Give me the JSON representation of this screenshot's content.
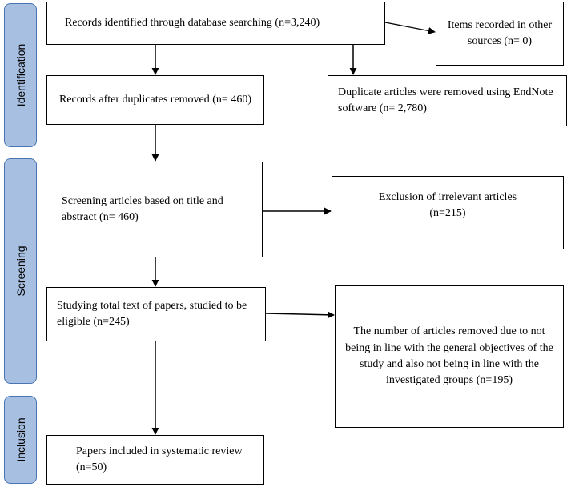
{
  "phases": {
    "identification": "Identification",
    "screening": "Screening",
    "inclusion": "Inclusion"
  },
  "boxes": {
    "records_identified": "Records identified through database searching (n=3,240)",
    "other_sources": "Items recorded in other sources (n= 0)",
    "after_duplicates": "Records after duplicates removed (n= 460)",
    "duplicates_removed": "Duplicate articles were removed using EndNote software (n= 2,780)",
    "screening_title_abstract": "Screening articles based on title and abstract (n= 460)",
    "exclusion_irrelevant_label": "Exclusion of irrelevant articles",
    "exclusion_irrelevant_count": "(n=215)",
    "full_text": "Studying total text of papers, studied to be eligible (n=245)",
    "removed_not_in_line": "The number of articles removed due to not being in line with the general objectives of the study and also not being in line with the investigated groups (n=195)",
    "included": "Papers included in systematic review (n=50)"
  },
  "colors": {
    "phase_fill": "#a7bfe0",
    "phase_border": "#4a74b3",
    "line": "#000000"
  }
}
